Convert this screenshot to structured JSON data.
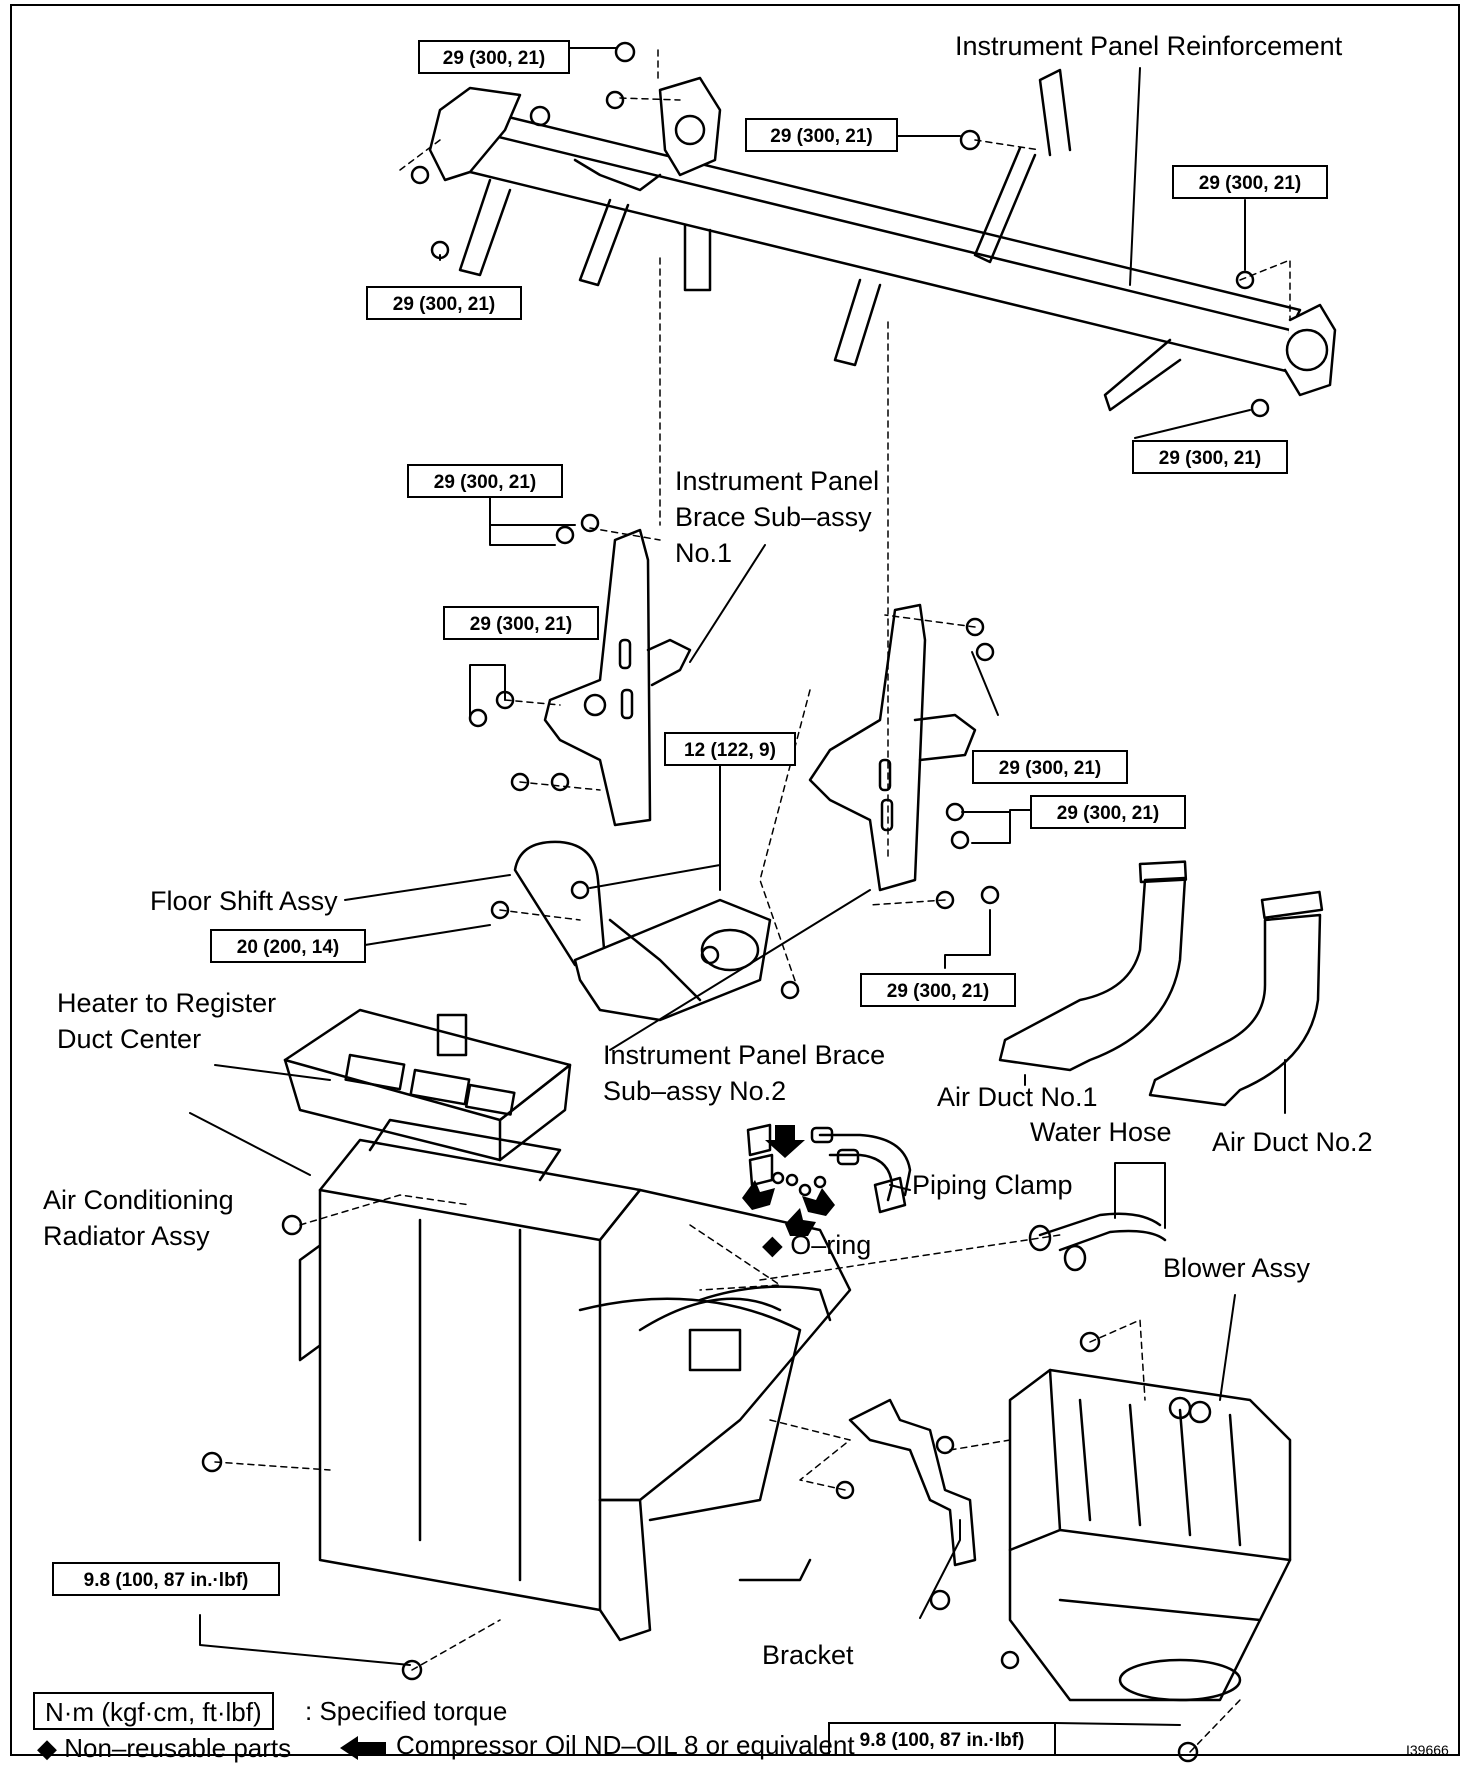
{
  "labels": {
    "ip_reinforcement": "Instrument Panel Reinforcement",
    "brace_no1_l1": "Instrument Panel",
    "brace_no1_l2": "Brace Sub–assy",
    "brace_no1_l3": "No.1",
    "floor_shift": "Floor Shift Assy",
    "heater_duct_l1": "Heater to Register",
    "heater_duct_l2": "Duct Center",
    "brace_no2_l1": "Instrument Panel Brace",
    "brace_no2_l2": "Sub–assy No.2",
    "air_duct_1": "Air Duct No.1",
    "air_duct_2": "Air Duct No.2",
    "water_hose": "Water Hose",
    "piping_clamp": "Piping Clamp",
    "o_ring": "◆ O–ring",
    "ac_radiator_l1": "Air Conditioning",
    "ac_radiator_l2": "Radiator Assy",
    "blower": "Blower Assy",
    "bracket": "Bracket"
  },
  "torque": {
    "t29": "29 (300, 21)",
    "t12": "12 (122, 9)",
    "t20": "20 (200, 14)",
    "t98": "9.8 (100, 87 in.·lbf)"
  },
  "legend": {
    "unit_box": "N·m (kgf·cm, ft·lbf)",
    "unit_desc": ": Specified torque",
    "non_reusable": "◆ Non–reusable parts",
    "compressor_oil": "Compressor Oil ND–OIL 8 or equivalent"
  },
  "figure_id": "I39666"
}
